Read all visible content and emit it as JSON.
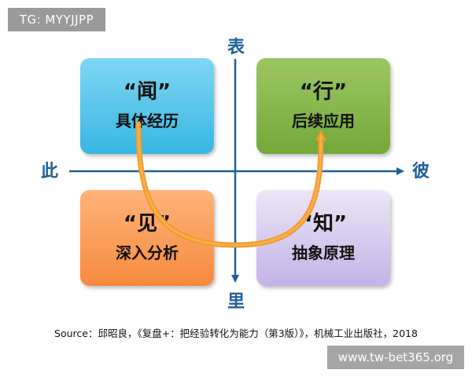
{
  "watermarks": {
    "top_left": "TG: MYYJJPP",
    "bottom_right": "www.tw-bet365.org"
  },
  "axes": {
    "top": "表",
    "bottom": "里",
    "left": "此",
    "right": "彼"
  },
  "quadrants": {
    "top_left": {
      "quote": "“闻”",
      "subtitle": "具体经历"
    },
    "top_right": {
      "quote": "“行”",
      "subtitle": "后续应用"
    },
    "bottom_left": {
      "quote": "“见”",
      "subtitle": "深入分析"
    },
    "bottom_right": {
      "quote": "“知”",
      "subtitle": "抽象原理"
    }
  },
  "source": "Source：邱昭良，《复盘+：把经验转化为能力（第3版）》，机械工业出版社，2018",
  "colors": {
    "axis": "#1f5f99",
    "arc": "#f39a2b",
    "box_top_left": "#38b7e3",
    "box_top_right": "#74a83a",
    "box_bottom_left": "#f68a3c",
    "box_bottom_right": "#c3b3e6"
  }
}
